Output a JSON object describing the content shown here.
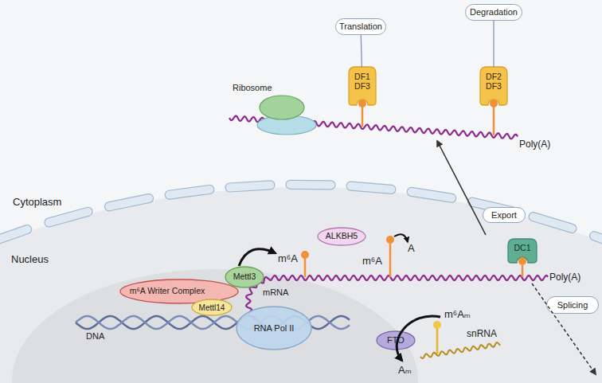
{
  "diagram": {
    "nodes": [
      {
        "text": [
          "Translation"
        ]
      },
      {
        "text": [
          "Degradation"
        ]
      },
      {
        "text": [
          "DF1 DF3"
        ]
      },
      {
        "text": [
          "DF2 DF3"
        ]
      },
      {
        "text": [
          "Ribosome"
        ]
      },
      {
        "text": [
          "Export"
        ]
      },
      {
        "text": [
          "ALKBH5"
        ]
      },
      {
        "text": [
          "DC1"
        ]
      },
      {
        "text": [
          "m⁶A Writer Complex"
        ]
      },
      {
        "text": [
          "Mettl3"
        ]
      },
      {
        "text": [
          "Mettl14"
        ]
      },
      {
        "text": [
          "RNA Pol II"
        ]
      },
      {
        "text": [
          "Splicing"
        ]
      },
      {
        "text": [
          "FTO"
        ]
      }
    ],
    "edges": [
      {
        "from": 0,
        "to": 2,
        "arrow": "none"
      },
      {
        "from": 1,
        "to": 3,
        "arrow": "none"
      }
    ],
    "labels": [
      "Cytoplasm",
      "Nucleus",
      "Poly(A)",
      "m⁶A",
      "mRNA",
      "m⁶A",
      "A",
      "Poly(A)",
      "DNA",
      "m⁶Aₘ",
      "snRNA",
      "Aₘ"
    ]
  }
}
